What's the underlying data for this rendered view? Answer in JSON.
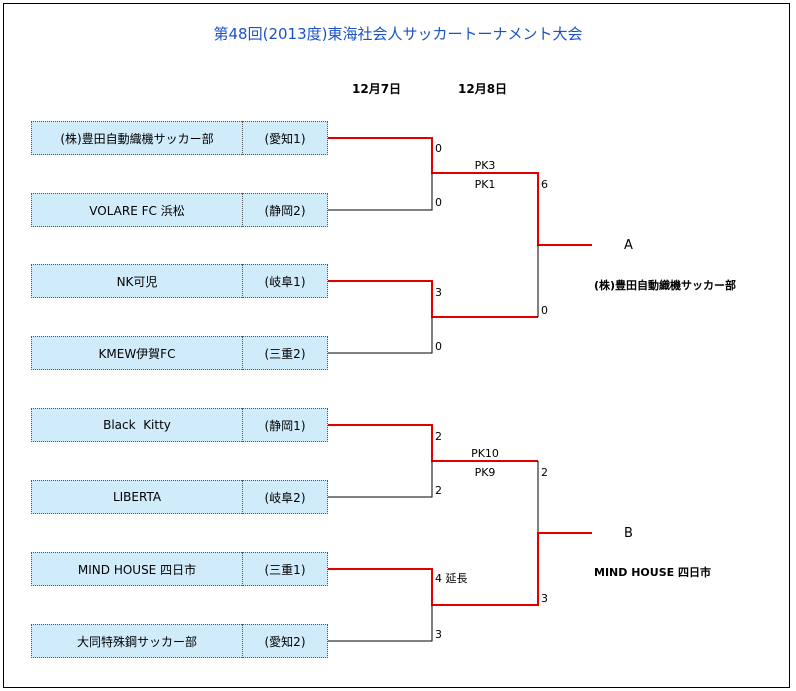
{
  "title": "第48回(2013度)東海社会人サッカートーナメント大会",
  "dates": {
    "round1": "12月7日",
    "round2": "12月8日"
  },
  "teams": [
    {
      "name": "(株)豊田自動織機サッカー部",
      "pref": "(愛知1)",
      "score": "0"
    },
    {
      "name": "VOLARE FC 浜松",
      "pref": "(静岡2)",
      "score": "0"
    },
    {
      "name": "NK可児",
      "pref": "(岐阜1)",
      "score": "3"
    },
    {
      "name": "KMEW伊賀FC",
      "pref": "(三重2)",
      "score": "0"
    },
    {
      "name": "Black  Kitty",
      "pref": "(静岡1)",
      "score": "2"
    },
    {
      "name": "LIBERTA",
      "pref": "(岐阜2)",
      "score": "2"
    },
    {
      "name": "MIND HOUSE 四日市",
      "pref": "(三重1)",
      "score": "4 延長"
    },
    {
      "name": "大同特殊鋼サッカー部",
      "pref": "(愛知2)",
      "score": "3"
    }
  ],
  "round1_pk": [
    {
      "top": "PK3",
      "bottom": "PK1"
    },
    {
      "top": "PK10",
      "bottom": "PK9"
    }
  ],
  "semifinal_scores": [
    "6",
    "0",
    "2",
    "3"
  ],
  "finalists": [
    {
      "letter": "A",
      "name": "(株)豊田自動織機サッカー部"
    },
    {
      "letter": "B",
      "name": "MIND HOUSE 四日市"
    }
  ],
  "colors": {
    "winner_line": "#e00000",
    "loser_line": "#000000",
    "title": "#1a52c8",
    "cell_bg": "#d0ecfb"
  }
}
